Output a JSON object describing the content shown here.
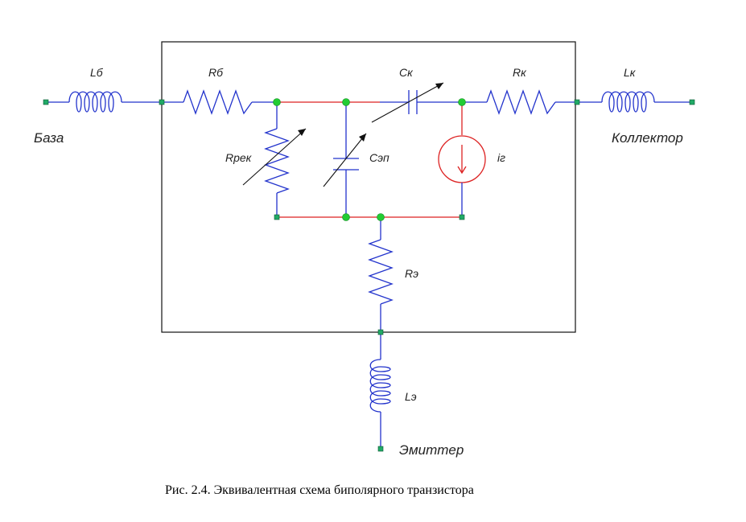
{
  "labels": {
    "Lb": "Lб",
    "Rb": "Rб",
    "Ck": "Cк",
    "Rk": "Rк",
    "Lk": "Lк",
    "Rrek": "Rрек",
    "Cep": "Cэп",
    "ig": "iг",
    "Re": "Rэ",
    "Le": "Lэ"
  },
  "terminals": {
    "base": "База",
    "collector": "Коллектор",
    "emitter": "Эмиттер"
  },
  "caption": "Рис. 2.4.  Эквивалентная схема биполярного транзистора",
  "colors": {
    "wire_outer": "#2233cc",
    "wire_inner": "#dd2222",
    "node": "#22cc33",
    "border": "#111111"
  }
}
